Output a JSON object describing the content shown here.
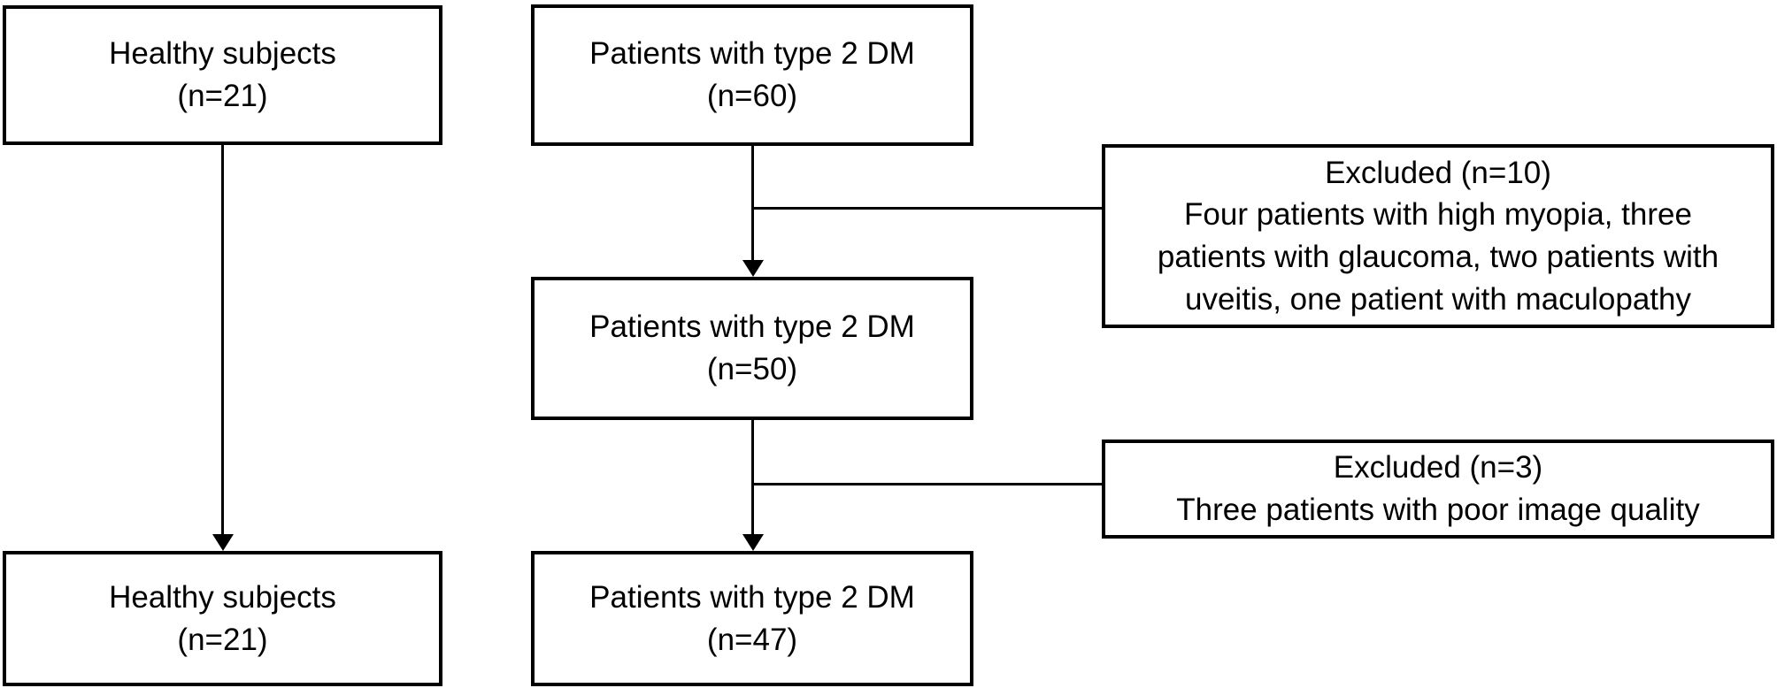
{
  "diagram": {
    "type": "flowchart",
    "background_color": "#ffffff",
    "line_color": "#000000",
    "boxes": {
      "healthy_top": {
        "line1": "Healthy subjects",
        "line2": "(n=21)"
      },
      "dm_top": {
        "line1": "Patients with type 2 DM",
        "line2": "(n=60)"
      },
      "excluded_1": {
        "line1": "Excluded (n=10)",
        "line2": "Four patients with high myopia, three patients with glaucoma, two patients with uveitis, one patient with maculopathy"
      },
      "dm_mid": {
        "line1": "Patients with type 2 DM",
        "line2": "(n=50)"
      },
      "excluded_2": {
        "line1": "Excluded (n=3)",
        "line2": "Three patients with poor image quality"
      },
      "healthy_bottom": {
        "line1": "Healthy subjects",
        "line2": "(n=21)"
      },
      "dm_bottom": {
        "line1": "Patients with type 2 DM",
        "line2": "(n=47)"
      }
    }
  }
}
